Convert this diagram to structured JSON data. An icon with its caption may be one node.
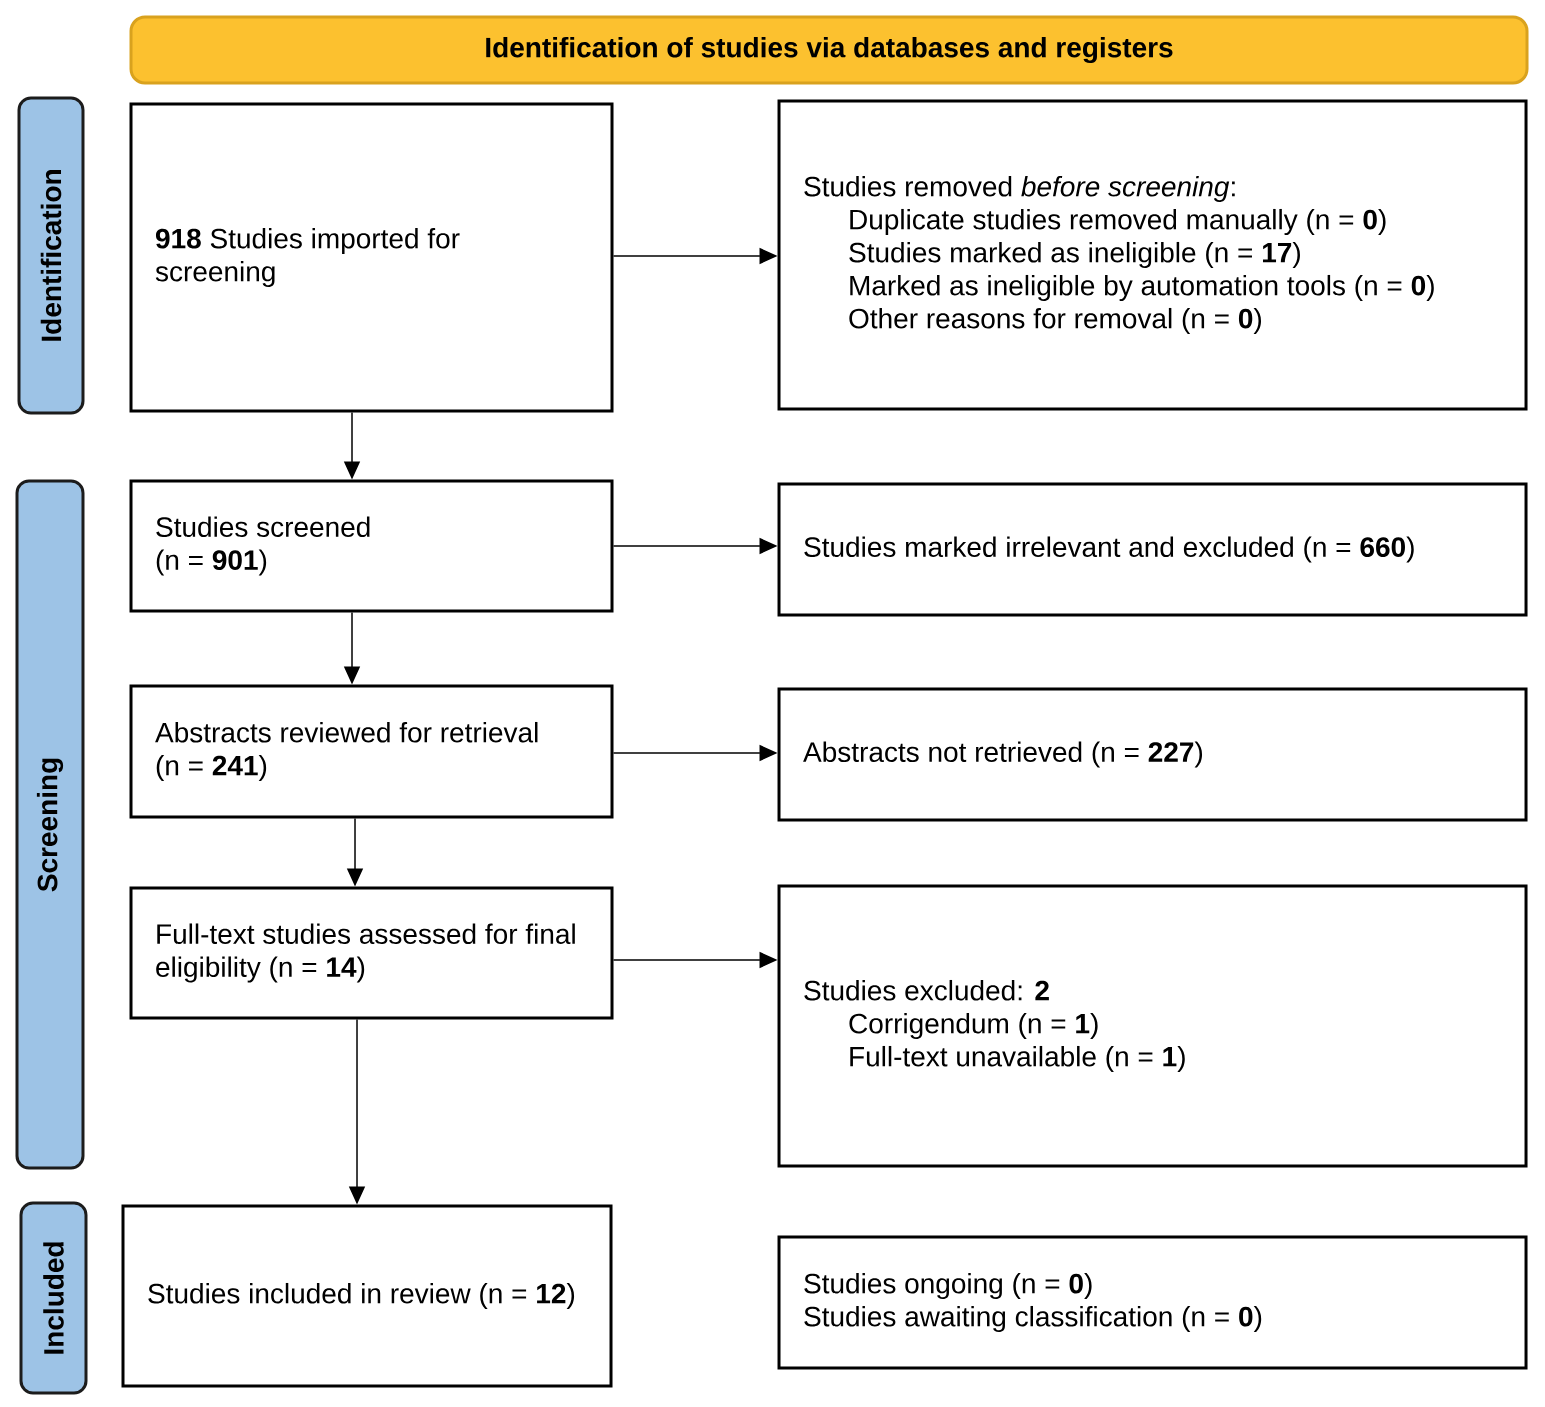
{
  "diagram": {
    "nodes": [
      {
        "text": [
          "Identification of studies via databases and registers"
        ]
      },
      {
        "text": [
          "Identification"
        ]
      },
      {
        "text": [
          "**918** Studies imported for screening"
        ]
      },
      {
        "text": [
          "Studies removed *before screening*:",
          "Duplicate studies removed manually (n = **0**)",
          "Studies marked as ineligible (n = **17**)",
          "Marked as ineligible by automation tools (n = **0**)",
          "Other reasons for removal (n = **0**)"
        ]
      },
      {
        "text": [
          "Screening"
        ]
      },
      {
        "text": [
          "Studies screened (n = **901**)"
        ]
      },
      {
        "text": [
          "Studies marked irrelevant and excluded (n = **660**)"
        ]
      },
      {
        "text": [
          "Abstracts reviewed for retrieval (n = **241**)"
        ]
      },
      {
        "text": [
          "Abstracts not retrieved (n = **227**)"
        ]
      },
      {
        "text": [
          "Full-text studies assessed for final eligibility (n = **14**)"
        ]
      },
      {
        "text": [
          "Studies excluded: **2**",
          "Corrigendum (n = **1**)",
          "Full-text unavailable (n = **1**)"
        ]
      },
      {
        "text": [
          "Included"
        ]
      },
      {
        "text": [
          "Studies included in review (n = **12**)"
        ]
      },
      {
        "text": [
          "Studies ongoing (n = **0**)",
          "Studies awaiting classification (n = **0**)"
        ]
      }
    ],
    "edges": [
      {
        "from": 2,
        "to": 3,
        "arrow": "to"
      },
      {
        "from": 2,
        "to": 5,
        "arrow": "to"
      },
      {
        "from": 5,
        "to": 6,
        "arrow": "to"
      },
      {
        "from": 5,
        "to": 7,
        "arrow": "to"
      },
      {
        "from": 7,
        "to": 8,
        "arrow": "to"
      },
      {
        "from": 7,
        "to": 9,
        "arrow": "to"
      },
      {
        "from": 9,
        "to": 10,
        "arrow": "to"
      },
      {
        "from": 9,
        "to": 12,
        "arrow": "to"
      }
    ]
  }
}
